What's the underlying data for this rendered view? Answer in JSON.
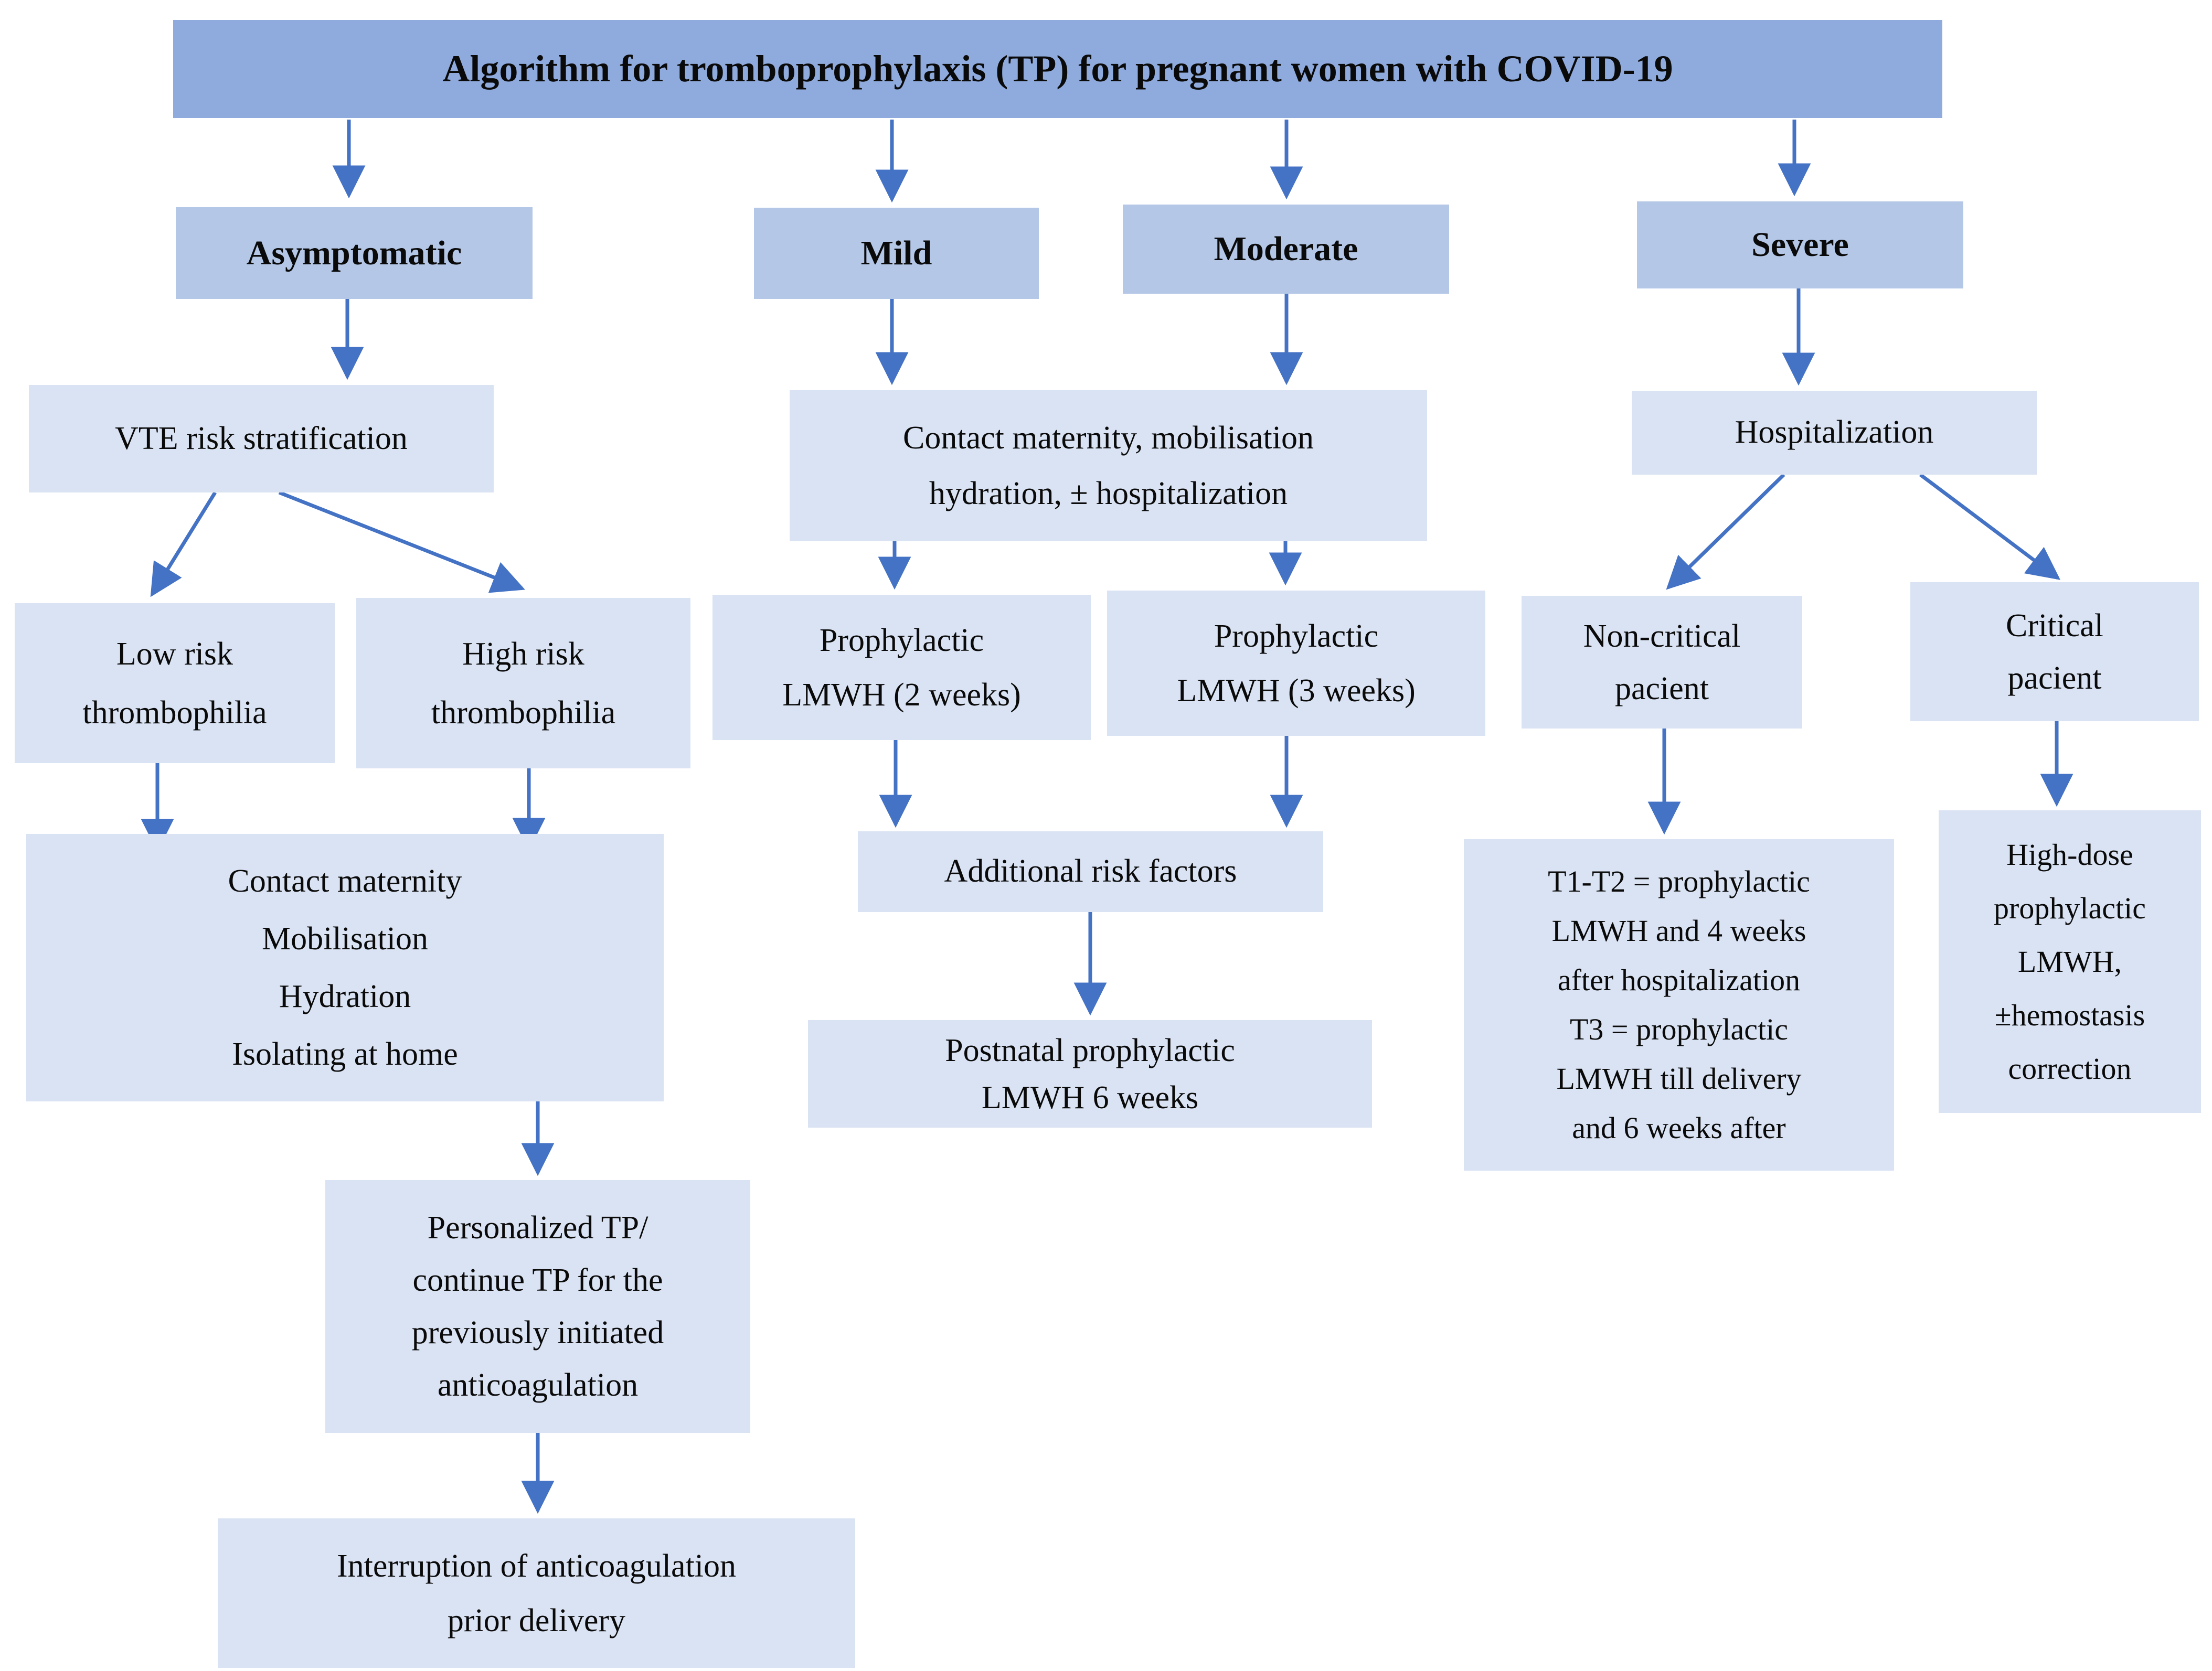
{
  "figure_title": "Algorithm for tromboprophylaxis (TP) for pregnant women with COVID-19",
  "colors": {
    "page_bg": "#ffffff",
    "header_fill": "#8faadc",
    "category_fill": "#b4c7e7",
    "node_fill": "#dae3f3",
    "arrow_color": "#4472c4",
    "text_color": "#0a0a0a"
  },
  "nodes": {
    "title": "Algorithm for tromboprophylaxis (TP) for pregnant women with COVID-19",
    "asymptomatic": "Asymptomatic",
    "mild": "Mild",
    "moderate": "Moderate",
    "severe": "Severe",
    "vte": "VTE risk stratification",
    "contact_mild_moderate": "Contact maternity, mobilisation\nhydration, ± hospitalization",
    "hospitalization": "Hospitalization",
    "low_risk": "Low risk\nthrombophilia",
    "high_risk": "High risk\nthrombophilia",
    "prophylactic_2w": "Prophylactic\nLMWH (2 weeks)",
    "prophylactic_3w": "Prophylactic\nLMWH (3 weeks)",
    "non_critical": "Non-critical\npacient",
    "critical": "Critical\npacient",
    "home_care": "Contact maternity\nMobilisation\nHydration\nIsolating at home",
    "additional_risk": "Additional risk factors",
    "postnatal": "Postnatal prophylactic\nLMWH 6 weeks",
    "t1_t2": "T1-T2 = prophylactic\nLMWH and 4 weeks\nafter hospitalization\nT3 = prophylactic\nLMWH till delivery\nand 6 weeks after",
    "high_dose": "High-dose\nprophylactic\nLMWH,\n±hemostasis\ncorrection",
    "personalized_tp": "Personalized TP/\ncontinue TP for the\npreviously initiated\nanticoagulation",
    "interruption": "Interruption of anticoagulation\nprior delivery"
  }
}
